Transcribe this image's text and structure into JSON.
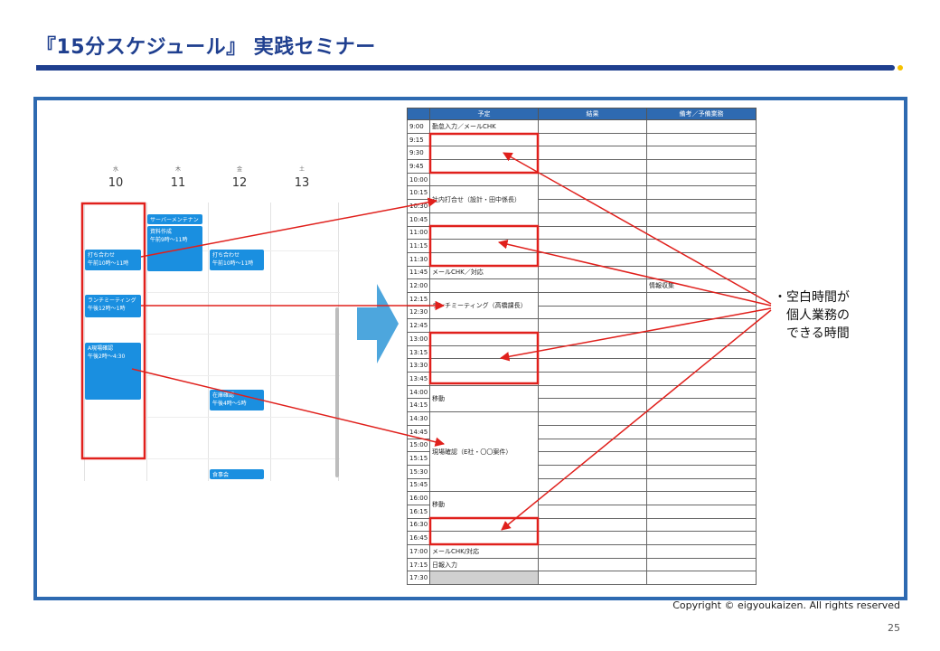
{
  "slide": {
    "title": "『15分スケジュール』 実践セミナー",
    "copyright": "Copyright © eigyoukaizen. All rights reserved",
    "page_number": "25",
    "accent_color": "#1f3f8f",
    "frame_color": "#2e6ab1",
    "highlight_color": "#e0201c"
  },
  "calendar": {
    "days": [
      {
        "dow": "水",
        "date": "10"
      },
      {
        "dow": "木",
        "date": "11"
      },
      {
        "dow": "金",
        "date": "12"
      },
      {
        "dow": "土",
        "date": "13"
      }
    ],
    "events": [
      {
        "title": "サーバーメンテナン",
        "time": ""
      },
      {
        "title": "資料作成",
        "time": "午前9時〜11時"
      },
      {
        "title": "打ち合わせ",
        "time": "午前10時〜11時"
      },
      {
        "title": "打ち合わせ",
        "time": "午前10時〜11時"
      },
      {
        "title": "ランチミーティング",
        "time": "午後12時〜1時"
      },
      {
        "title": "A現場確認",
        "time": "午後2時〜4:30"
      },
      {
        "title": "在庫確認",
        "time": "午後4時〜5時"
      },
      {
        "title": "食事会",
        "time": ""
      }
    ]
  },
  "schedule": {
    "headers": [
      "予定",
      "結果",
      "備考／予備業務"
    ],
    "times": [
      "9:00",
      "9:15",
      "9:30",
      "9:45",
      "10:00",
      "10:15",
      "10:30",
      "10:45",
      "11:00",
      "11:15",
      "11:30",
      "11:45",
      "12:00",
      "12:15",
      "12:30",
      "12:45",
      "13:00",
      "13:15",
      "13:30",
      "13:45",
      "14:00",
      "14:15",
      "14:30",
      "14:45",
      "15:00",
      "15:15",
      "15:30",
      "15:45",
      "16:00",
      "16:15",
      "16:30",
      "16:45",
      "17:00",
      "17:15",
      "17:30"
    ],
    "plans": {
      "p0": "勤怠入力／メールCHK",
      "p1": "社内打合せ（設計・田中係長）",
      "p2": "メールCHK／対応",
      "p3": "ランチミーティング（高橋課長）",
      "p4": "移動",
      "p5": "現場確認（E社・〇〇案件）",
      "p6": "移動",
      "p7": "メールCHK/対応",
      "p8": "日報入力"
    },
    "notes": {
      "n0": "情報収集"
    }
  },
  "annotation": {
    "lines": [
      "・空白時間が",
      "個人業務の",
      "できる時間"
    ]
  }
}
